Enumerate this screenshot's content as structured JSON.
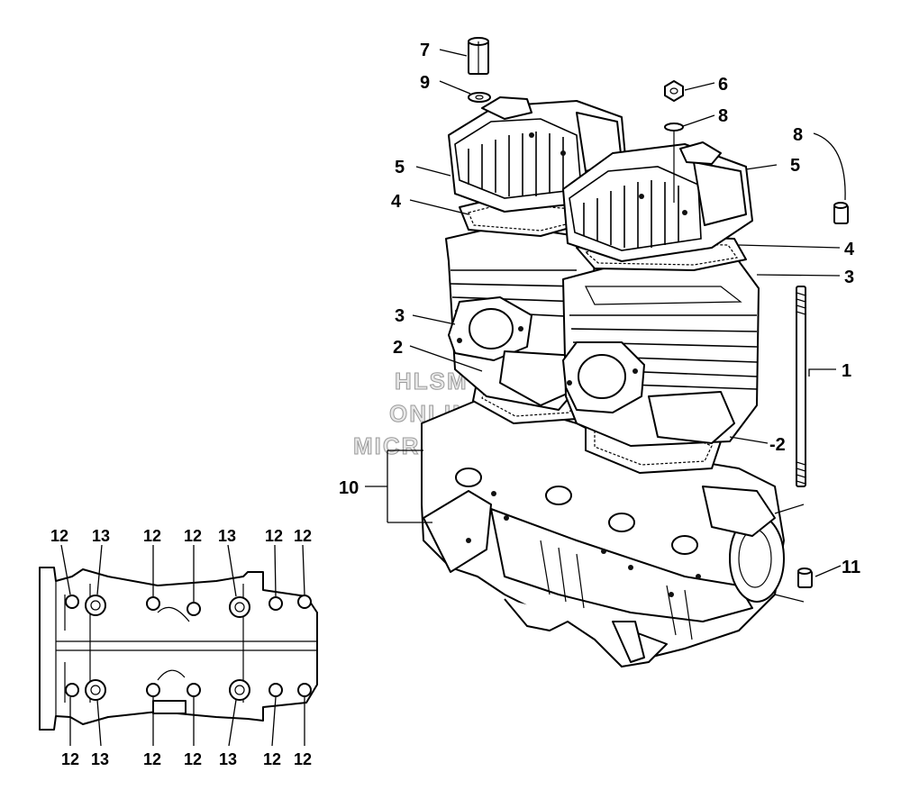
{
  "callouts": {
    "top_nut": "7",
    "top_washer": "9",
    "head_nut": "6",
    "head_washer": "8",
    "dowel_top": "8",
    "head_left": "5",
    "head_right": "5",
    "gasket_head_left": "4",
    "gasket_head_right": "4",
    "cylinder_right": "3",
    "cylinder_left": "3",
    "base_gasket_left": "2",
    "base_gasket_right": "-2",
    "stud": "1",
    "crankcase": "10",
    "dowel_bottom": "11"
  },
  "watermark": {
    "line1": "HLSM",
    "line2": "ONLINE",
    "line3": "MICROFICHE"
  },
  "torque_pattern": {
    "top_labels": [
      "12",
      "13",
      "12",
      "12",
      "13",
      "12",
      "12"
    ],
    "bottom_labels": [
      "12",
      "13",
      "12",
      "12",
      "13",
      "12",
      "12"
    ]
  }
}
